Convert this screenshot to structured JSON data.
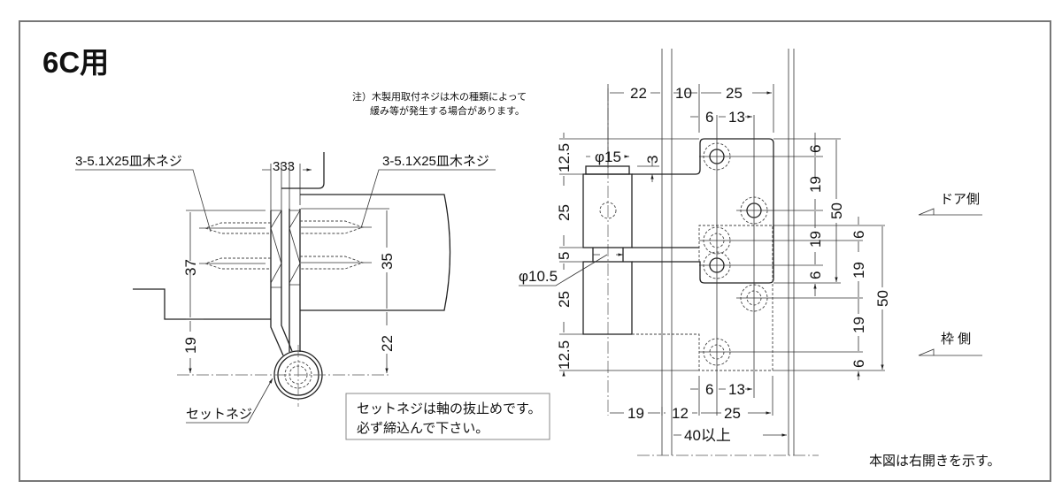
{
  "title": "6C用",
  "note": {
    "line1": "注）木製用取付ネジは木の種類によって",
    "line2": "緩み等が発生する場合があります。"
  },
  "screw_label_left": "3-5.1X25皿木ネジ",
  "screw_label_right": "3-5.1X25皿木ネジ",
  "plate_thickness": "333",
  "set_screw_label": "セットネジ",
  "set_screw_note": {
    "line1": "セットネジは軸の抜止めです。",
    "line2": "必ず締込んで下さい。"
  },
  "side_view_dims": {
    "left_37": "37",
    "left_19": "19",
    "right_35": "35",
    "right_22": "22"
  },
  "front_view_dims": {
    "top_22": "22",
    "top_10": "10",
    "top_25": "25",
    "top_6": "6",
    "top_13": "13",
    "phi15": "φ15",
    "gap_3": "3",
    "phi10_5": "φ10.5",
    "left_12_5_top": "12.5",
    "left_25_top": "25",
    "left_5": "5",
    "left_25_bottom": "25",
    "left_12_5_bottom": "12.5",
    "door_6a": "6",
    "door_19a": "19",
    "door_19b": "19",
    "door_6b": "6",
    "door_50": "50",
    "frame_6a": "6",
    "frame_19a": "19",
    "frame_19b": "19",
    "frame_6b": "6",
    "frame_50": "50",
    "bottom_6": "6",
    "bottom_13": "13",
    "bottom_19": "19",
    "bottom_12": "12",
    "bottom_25": "25",
    "bottom_40": "40以上"
  },
  "door_side_label": "ドア側",
  "frame_side_label": "枠 側",
  "footer_note": "本図は右開きを示す。"
}
